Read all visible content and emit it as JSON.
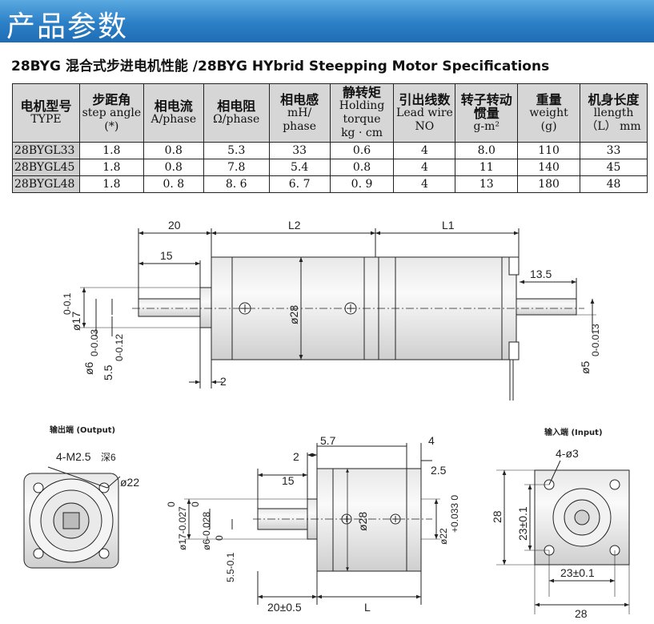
{
  "banner": {
    "title": "产品参数"
  },
  "heading": "28BYG 混合式步进电机性能 /28BYG HYbrid Steepping Motor Specifications",
  "table": {
    "headers": [
      {
        "main": "电机型号",
        "sub": "TYPE"
      },
      {
        "main": "步距角",
        "sub": "step angle",
        "sub2": "(*)"
      },
      {
        "main": "相电流",
        "sub": "A/phase"
      },
      {
        "main": "相电阻",
        "sub": "Ω/phase"
      },
      {
        "main": "相电感",
        "sub": "mH/",
        "sub2": "phase"
      },
      {
        "main": "静转矩",
        "sub": "Holding",
        "sub2": "torque",
        "sub3": "kg · cm"
      },
      {
        "main": "引出线数",
        "sub": "Lead wire",
        "sub2": "NO"
      },
      {
        "main": "转子转动",
        "sub": "惯量",
        "sub2": "g-m²"
      },
      {
        "main": "重量",
        "sub": "weight",
        "sub2": "(g)"
      },
      {
        "main": "机身长度",
        "sub": "llength",
        "sub2": "（L） mm"
      }
    ],
    "rows": [
      [
        "28BYGL33",
        "1.8",
        "0.8",
        "5.3",
        "33",
        "0.6",
        "4",
        "8.0",
        "110",
        "33"
      ],
      [
        "28BYGL45",
        "1.8",
        "0.8",
        "7.8",
        "5.4",
        "0.8",
        "4",
        "11",
        "140",
        "45"
      ],
      [
        "28BYGL48",
        "1.8",
        "0. 8",
        "8. 6",
        "6. 7",
        "0. 9",
        "4",
        "13",
        "180",
        "48"
      ]
    ]
  },
  "drawing_top": {
    "dim_20": "20",
    "dim_L2": "L2",
    "dim_L1": "L1",
    "dim_15": "15",
    "dim_13_5": "13.5",
    "dia_17": "ø17",
    "dia_17_tol": "0-0.1",
    "dia_6": "ø6",
    "dia_6_tol": "0-0.03",
    "dim_5_5": "5.5",
    "dim_5_5_tol": "0-0.12",
    "dia_28": "ø28",
    "dim_2": "2",
    "dia_5": "ø5",
    "dia_5_tol": "0-0.013"
  },
  "drawing_output": {
    "label": "输出端 (Output)",
    "holes": "4-M2.5",
    "holes_suffix": "深6",
    "dia_22": "ø22"
  },
  "drawing_side": {
    "dim_5_7": "5.7",
    "dim_4": "4",
    "dim_2": "2",
    "dim_2_5": "2.5",
    "dim_15": "15",
    "dia_17": "ø17-0.027",
    "dia_17_tol": "0",
    "dia_6": "ø6-0.028",
    "dia_6_tol": "0",
    "dim_5_5": "5.5-0.1",
    "dim_5_5_tol": "0",
    "dia_28": "ø28",
    "dia_22": "ø22",
    "dia_22_tol": "+0.033 0",
    "dim_20": "20±0.5",
    "dim_L": "L"
  },
  "drawing_input": {
    "label": "输入端 (Input)",
    "holes": "4-ø3",
    "dim_28v": "28",
    "dim_23v": "23±0.1",
    "dim_23h": "23±0.1",
    "dim_28h": "28"
  }
}
